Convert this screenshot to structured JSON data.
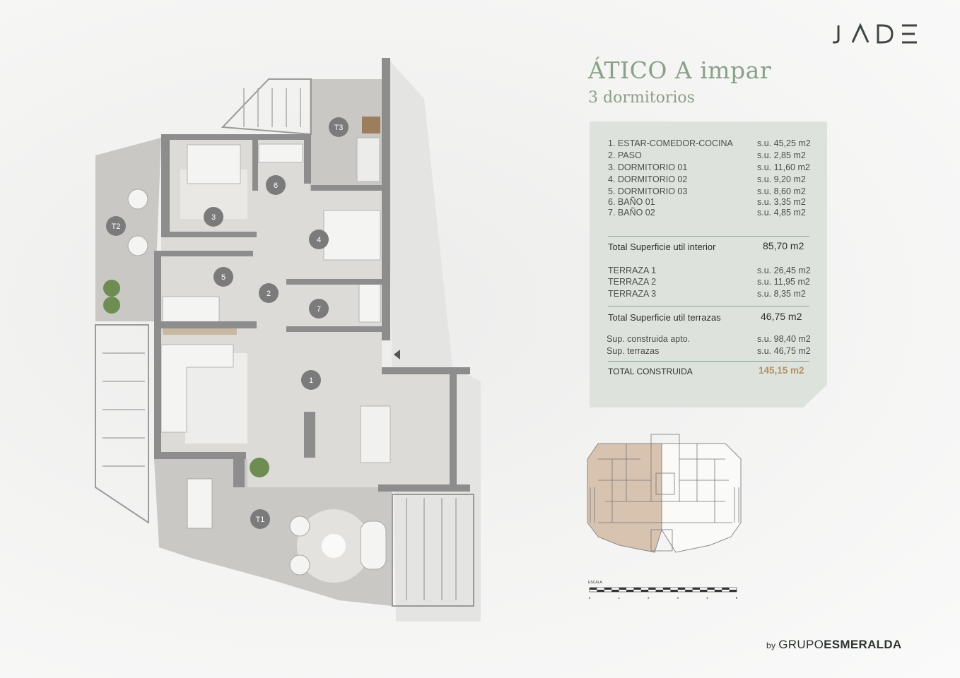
{
  "brand": {
    "logo_text": "JADE",
    "by": "by",
    "group_a": "GRUPO",
    "group_b": "ESMERALDA"
  },
  "unit": {
    "title": "ÁTICO A impar",
    "subtitle": "3 dormitorios"
  },
  "rooms": [
    {
      "label": "1. ESTAR-COMEDOR-COCINA",
      "value": "s.u.  45,25 m2"
    },
    {
      "label": "2. PASO",
      "value": "s.u.    2,85 m2"
    },
    {
      "label": "3. DORMITORIO 01",
      "value": "s.u.  11,60 m2"
    },
    {
      "label": "4. DORMITORIO 02",
      "value": "s.u.    9,20 m2"
    },
    {
      "label": "5. DORMITORIO 03",
      "value": "s.u.    8,60 m2"
    },
    {
      "label": "6. BAÑO 01",
      "value": "s.u.    3,35 m2"
    },
    {
      "label": "7. BAÑO 02",
      "value": "s.u.    4,85 m2"
    }
  ],
  "total_interior": {
    "label": "Total Superficie util interior",
    "value": "85,70 m2"
  },
  "terraces": [
    {
      "label": "TERRAZA 1",
      "value": "s.u. 26,45 m2"
    },
    {
      "label": "TERRAZA 2",
      "value": "s.u. 11,95 m2"
    },
    {
      "label": "TERRAZA 3",
      "value": "s.u. 8,35 m2"
    }
  ],
  "total_terraces": {
    "label": "Total Superficie util terrazas",
    "value": "46,75 m2"
  },
  "built": [
    {
      "label": "Sup. construida apto.",
      "value": "s.u. 98,40 m2"
    },
    {
      "label": "Sup. terrazas",
      "value": "s.u. 46,75 m2"
    }
  ],
  "total_built": {
    "label": "TOTAL CONSTRUIDA",
    "value": "145,15 m2"
  },
  "plan_markers": [
    "1",
    "2",
    "3",
    "4",
    "5",
    "6",
    "7",
    "T1",
    "T2",
    "T3"
  ],
  "scale": {
    "label": "ESCALA",
    "ticks": [
      "0",
      "1",
      "2",
      "3",
      "4",
      "5"
    ]
  },
  "colors": {
    "accent_green": "#8aa089",
    "panel": "#dde3dc",
    "walls": "#8c8d8c",
    "accent_gold": "#b39064",
    "highlight_unit": "#d8c2b0"
  }
}
